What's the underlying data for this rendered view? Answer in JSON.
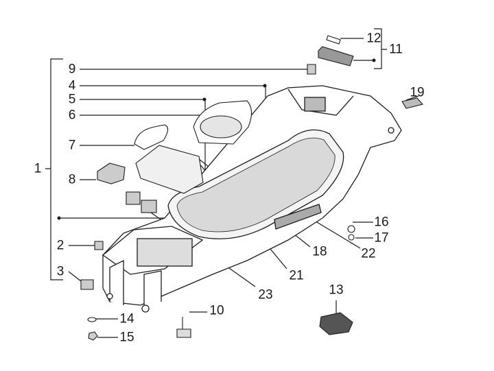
{
  "diagram": {
    "type": "exploded parts diagram",
    "callouts": [
      {
        "id": "12",
        "text": "12"
      },
      {
        "id": "11",
        "text": "11"
      },
      {
        "id": "9",
        "text": "9"
      },
      {
        "id": "4",
        "text": "4"
      },
      {
        "id": "5",
        "text": "5"
      },
      {
        "id": "6",
        "text": "6"
      },
      {
        "id": "7",
        "text": "7"
      },
      {
        "id": "1",
        "text": "1"
      },
      {
        "id": "8",
        "text": "8"
      },
      {
        "id": "19",
        "text": "19"
      },
      {
        "id": "16",
        "text": "16"
      },
      {
        "id": "17",
        "text": "17"
      },
      {
        "id": "22",
        "text": "22"
      },
      {
        "id": "18",
        "text": "18"
      },
      {
        "id": "21",
        "text": "21"
      },
      {
        "id": "23",
        "text": "23"
      },
      {
        "id": "2",
        "text": "2"
      },
      {
        "id": "3",
        "text": "3"
      },
      {
        "id": "13",
        "text": "13"
      },
      {
        "id": "10",
        "text": "10"
      },
      {
        "id": "14",
        "text": "14"
      },
      {
        "id": "15",
        "text": "15"
      }
    ],
    "colors": {
      "line": "#1a1a1a",
      "part_fill": "#ffffff",
      "shade": "#8a8a8a"
    }
  }
}
